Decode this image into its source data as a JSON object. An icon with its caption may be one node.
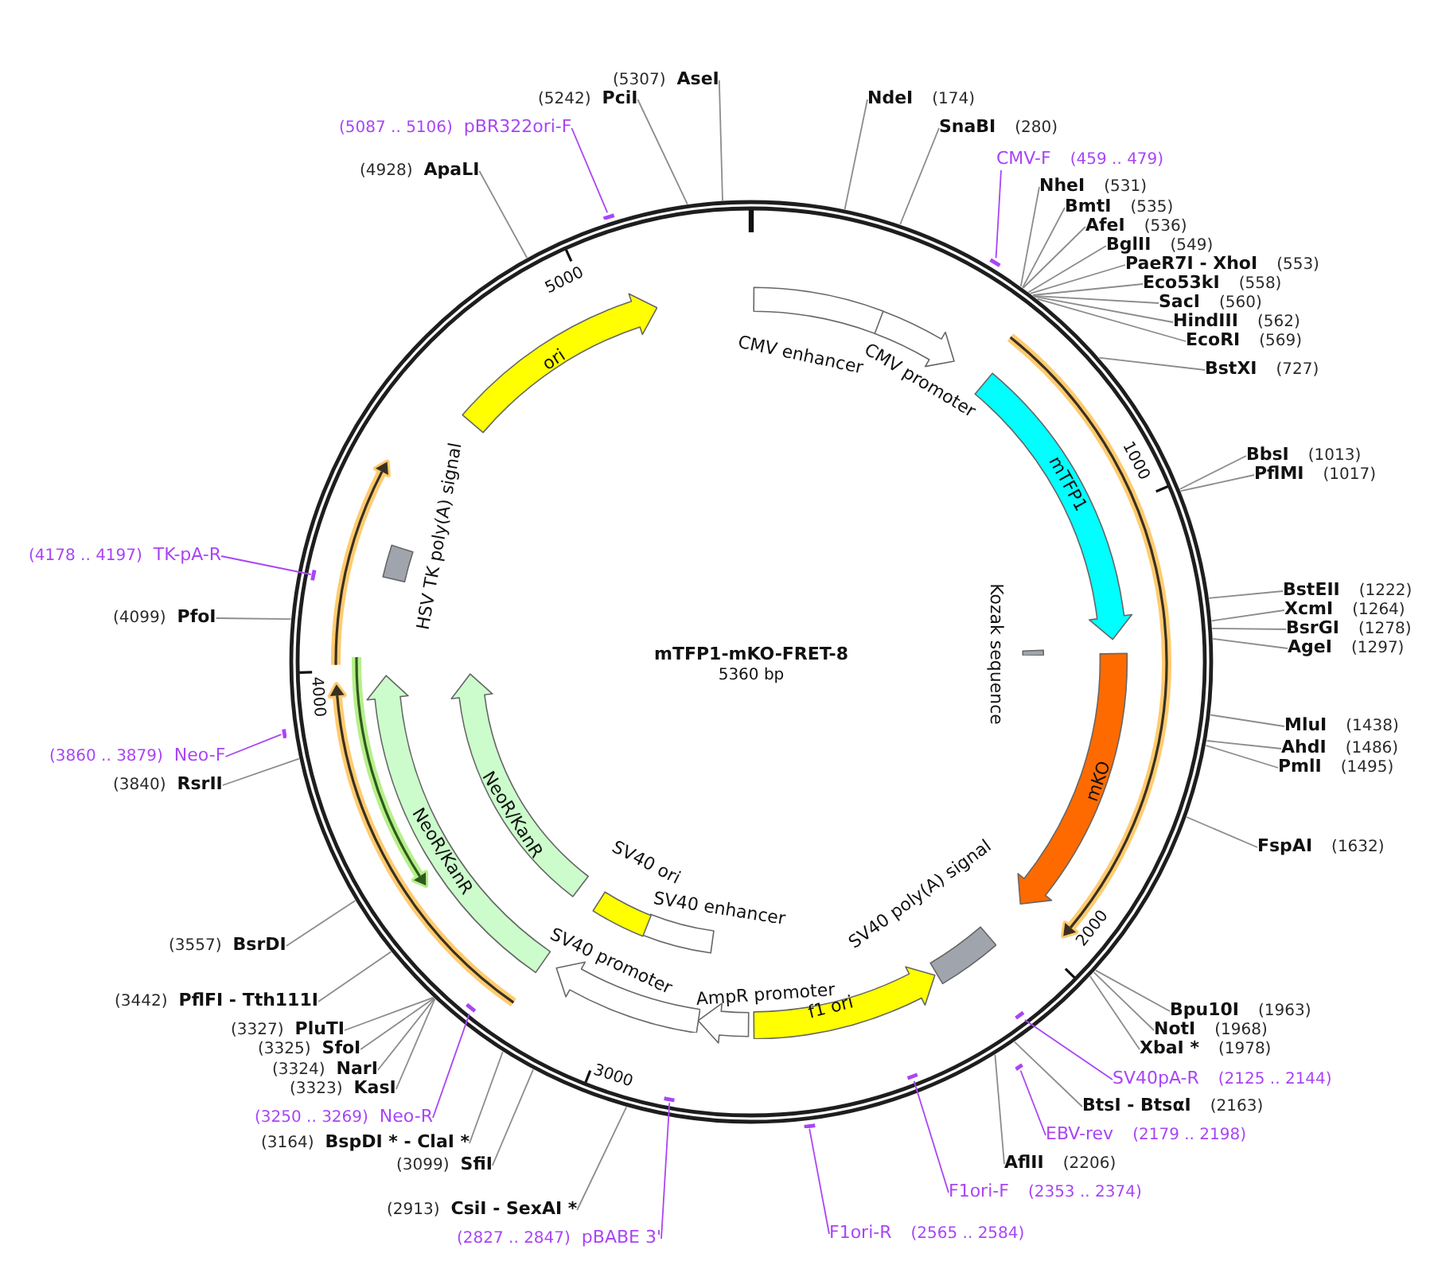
{
  "diagram": {
    "title": "mTFP1-mKO-FRET-8",
    "nodes": [
      {
        "text": [
          "CMV enhancer"
        ]
      },
      {
        "text": [
          "CMV promoter"
        ]
      },
      {
        "text": [
          "mTFP1"
        ]
      },
      {
        "text": [
          "Kozak sequence"
        ]
      },
      {
        "text": [
          "mKO"
        ]
      },
      {
        "text": [
          "SV40 poly(A) signal"
        ]
      },
      {
        "text": [
          "f1 ori"
        ]
      },
      {
        "text": [
          "AmpR promoter"
        ]
      },
      {
        "text": [
          "SV40 enhancer"
        ]
      },
      {
        "text": [
          "SV40 ori"
        ]
      },
      {
        "text": [
          "SV40 promoter"
        ]
      },
      {
        "text": [
          "NeoR/KanR"
        ]
      },
      {
        "text": [
          "NeoR/KanR"
        ]
      },
      {
        "text": [
          "HSV TK poly(A) signal"
        ]
      },
      {
        "text": [
          "ori"
        ]
      },
      {
        "text": [
          "NdeI",
          "(174)"
        ]
      },
      {
        "text": [
          "SnaBI",
          "(280)"
        ]
      },
      {
        "text": [
          "CMV-F",
          "(459 .. 479)"
        ]
      },
      {
        "text": [],
        "shape": "bar"
      },
      {
        "text": [
          "NheI",
          "(531)"
        ]
      },
      {
        "text": [
          "BmtI",
          "(535)"
        ]
      },
      {
        "text": [
          "AfeI",
          "(536)"
        ]
      },
      {
        "text": [
          "BglII",
          "(549)"
        ]
      },
      {
        "text": [
          "PaeR7I - XhoI",
          "(553)"
        ]
      },
      {
        "text": [
          "Eco53kI",
          "(558)"
        ]
      },
      {
        "text": [
          "SacI",
          "(560)"
        ]
      },
      {
        "text": [
          "HindIII",
          "(562)"
        ]
      },
      {
        "text": [
          "EcoRI",
          "(569)"
        ]
      },
      {
        "text": [
          "BstXI",
          "(727)"
        ]
      },
      {
        "text": [
          "BbsI",
          "(1013)"
        ]
      },
      {
        "text": [
          "PflMI",
          "(1017)"
        ]
      },
      {
        "text": [
          "BstEII",
          "(1222)"
        ]
      },
      {
        "text": [
          "XcmI",
          "(1264)"
        ]
      },
      {
        "text": [
          "BsrGI",
          "(1278)"
        ]
      },
      {
        "text": [
          "AgeI",
          "(1297)"
        ]
      },
      {
        "text": [
          "MluI",
          "(1438)"
        ]
      },
      {
        "text": [
          "AhdI",
          "(1486)"
        ]
      },
      {
        "text": [
          "PmlI",
          "(1495)"
        ]
      },
      {
        "text": [
          "FspAI",
          "(1632)"
        ]
      },
      {
        "text": [
          "Bpu10I",
          "(1963)"
        ]
      },
      {
        "text": [
          "NotI",
          "(1968)"
        ]
      },
      {
        "text": [
          "XbaI *",
          "(1978)"
        ]
      },
      {
        "text": [
          "SV40pA-R",
          "(2125 .. 2144)"
        ]
      },
      {
        "text": [],
        "shape": "bar"
      },
      {
        "text": [
          "BtsI - BtsαI",
          "(2163)"
        ]
      },
      {
        "text": [
          "EBV-rev",
          "(2179 .. 2198)"
        ]
      },
      {
        "text": [],
        "shape": "bar"
      },
      {
        "text": [
          "AflII",
          "(2206)"
        ]
      },
      {
        "text": [
          "F1ori-F",
          "(2353 .. 2374)"
        ]
      },
      {
        "text": [],
        "shape": "bar"
      },
      {
        "text": [
          "F1ori-R",
          "(2565 .. 2584)"
        ]
      },
      {
        "text": [],
        "shape": "bar"
      },
      {
        "text": [
          "(2827 .. 2847)",
          "pBABE 3'"
        ]
      },
      {
        "text": [],
        "shape": "bar"
      },
      {
        "text": [
          "(2913)",
          "CsiI - SexAI *"
        ]
      },
      {
        "text": [
          "(3099)",
          "SfiI"
        ]
      },
      {
        "text": [
          "(3164)",
          "BspDI * - ClaI *"
        ]
      },
      {
        "text": [
          "(3250 .. 3269)",
          "Neo-R"
        ]
      },
      {
        "text": [],
        "shape": "bar"
      },
      {
        "text": [
          "(3323)",
          "KasI"
        ]
      },
      {
        "text": [
          "(3324)",
          "NarI"
        ]
      },
      {
        "text": [
          "(3325)",
          "SfoI"
        ]
      },
      {
        "text": [
          "(3327)",
          "PluTI"
        ]
      },
      {
        "text": [
          "(3442)",
          "PflFI - Tth111I"
        ]
      },
      {
        "text": [
          "(3557)",
          "BsrDI"
        ]
      },
      {
        "text": [
          "(3840)",
          "RsrII"
        ]
      },
      {
        "text": [
          "(3860 .. 3879)",
          "Neo-F"
        ]
      },
      {
        "text": [],
        "shape": "bar"
      },
      {
        "text": [
          "(4099)",
          "PfoI"
        ]
      },
      {
        "text": [
          "(4178 .. 4197)",
          "TK-pA-R"
        ]
      },
      {
        "text": [],
        "shape": "bar"
      },
      {
        "text": [
          "(4928)",
          "ApaLI"
        ]
      },
      {
        "text": [
          "(5087 .. 5106)",
          "pBR322ori-F"
        ]
      },
      {
        "text": [],
        "shape": "bar"
      },
      {
        "text": [
          "(5242)",
          "PciI"
        ]
      },
      {
        "text": [
          "(5307)",
          "AseI"
        ]
      }
    ],
    "edges": [
      {
        "from": 15,
        "to": null,
        "arrow": "none"
      },
      {
        "from": 16,
        "to": null,
        "arrow": "none"
      },
      {
        "from": 17,
        "to": 18,
        "arrow": "none",
        "color": "#a945f5"
      },
      {
        "from": 19,
        "to": null,
        "arrow": "none"
      },
      {
        "from": 20,
        "to": null,
        "arrow": "none"
      },
      {
        "from": 21,
        "to": null,
        "arrow": "none"
      },
      {
        "from": 22,
        "to": null,
        "arrow": "none"
      },
      {
        "from": 23,
        "to": null,
        "arrow": "none"
      },
      {
        "from": 24,
        "to": null,
        "arrow": "none"
      },
      {
        "from": 25,
        "to": null,
        "arrow": "none"
      },
      {
        "from": 26,
        "to": null,
        "arrow": "none"
      },
      {
        "from": 27,
        "to": null,
        "arrow": "none"
      },
      {
        "from": 28,
        "to": null,
        "arrow": "none"
      },
      {
        "from": 29,
        "to": null,
        "arrow": "none"
      },
      {
        "from": 30,
        "to": null,
        "arrow": "none"
      },
      {
        "from": 31,
        "to": null,
        "arrow": "none"
      },
      {
        "from": 32,
        "to": null,
        "arrow": "none"
      },
      {
        "from": 33,
        "to": null,
        "arrow": "none"
      },
      {
        "from": 34,
        "to": null,
        "arrow": "none"
      },
      {
        "from": 35,
        "to": null,
        "arrow": "none"
      },
      {
        "from": 36,
        "to": null,
        "arrow": "none"
      },
      {
        "from": 37,
        "to": null,
        "arrow": "none"
      },
      {
        "from": 38,
        "to": null,
        "arrow": "none"
      },
      {
        "from": 39,
        "to": null,
        "arrow": "none"
      },
      {
        "from": 40,
        "to": null,
        "arrow": "none"
      },
      {
        "from": 41,
        "to": null,
        "arrow": "none"
      },
      {
        "from": 42,
        "to": 43,
        "arrow": "none",
        "color": "#a945f5"
      },
      {
        "from": 44,
        "to": null,
        "arrow": "none"
      },
      {
        "from": 45,
        "to": 46,
        "arrow": "none",
        "color": "#a945f5"
      },
      {
        "from": 47,
        "to": null,
        "arrow": "none"
      },
      {
        "from": 48,
        "to": 49,
        "arrow": "none",
        "color": "#a945f5"
      },
      {
        "from": 50,
        "to": 51,
        "arrow": "none",
        "color": "#a945f5"
      },
      {
        "from": 52,
        "to": 53,
        "arrow": "none",
        "color": "#a945f5"
      },
      {
        "from": 54,
        "to": null,
        "arrow": "none"
      },
      {
        "from": 55,
        "to": null,
        "arrow": "none"
      },
      {
        "from": 56,
        "to": null,
        "arrow": "none"
      },
      {
        "from": 57,
        "to": 58,
        "arrow": "none",
        "color": "#a945f5"
      },
      {
        "from": 59,
        "to": null,
        "arrow": "none"
      },
      {
        "from": 60,
        "to": null,
        "arrow": "none"
      },
      {
        "from": 61,
        "to": null,
        "arrow": "none"
      },
      {
        "from": 62,
        "to": null,
        "arrow": "none"
      },
      {
        "from": 63,
        "to": null,
        "arrow": "none"
      },
      {
        "from": 64,
        "to": null,
        "arrow": "none"
      },
      {
        "from": 65,
        "to": null,
        "arrow": "none"
      },
      {
        "from": 66,
        "to": 67,
        "arrow": "none",
        "color": "#a945f5"
      },
      {
        "from": 68,
        "to": null,
        "arrow": "none"
      },
      {
        "from": 69,
        "to": 70,
        "arrow": "none",
        "color": "#a945f5"
      },
      {
        "from": 71,
        "to": null,
        "arrow": "none"
      },
      {
        "from": 72,
        "to": 73,
        "arrow": "none",
        "color": "#a945f5"
      },
      {
        "from": 74,
        "to": null,
        "arrow": "none"
      },
      {
        "from": 75,
        "to": null,
        "arrow": "none"
      }
    ],
    "labels": [
      "5000",
      "1000",
      "5360 bp",
      "4000",
      "2000",
      "3000"
    ]
  }
}
